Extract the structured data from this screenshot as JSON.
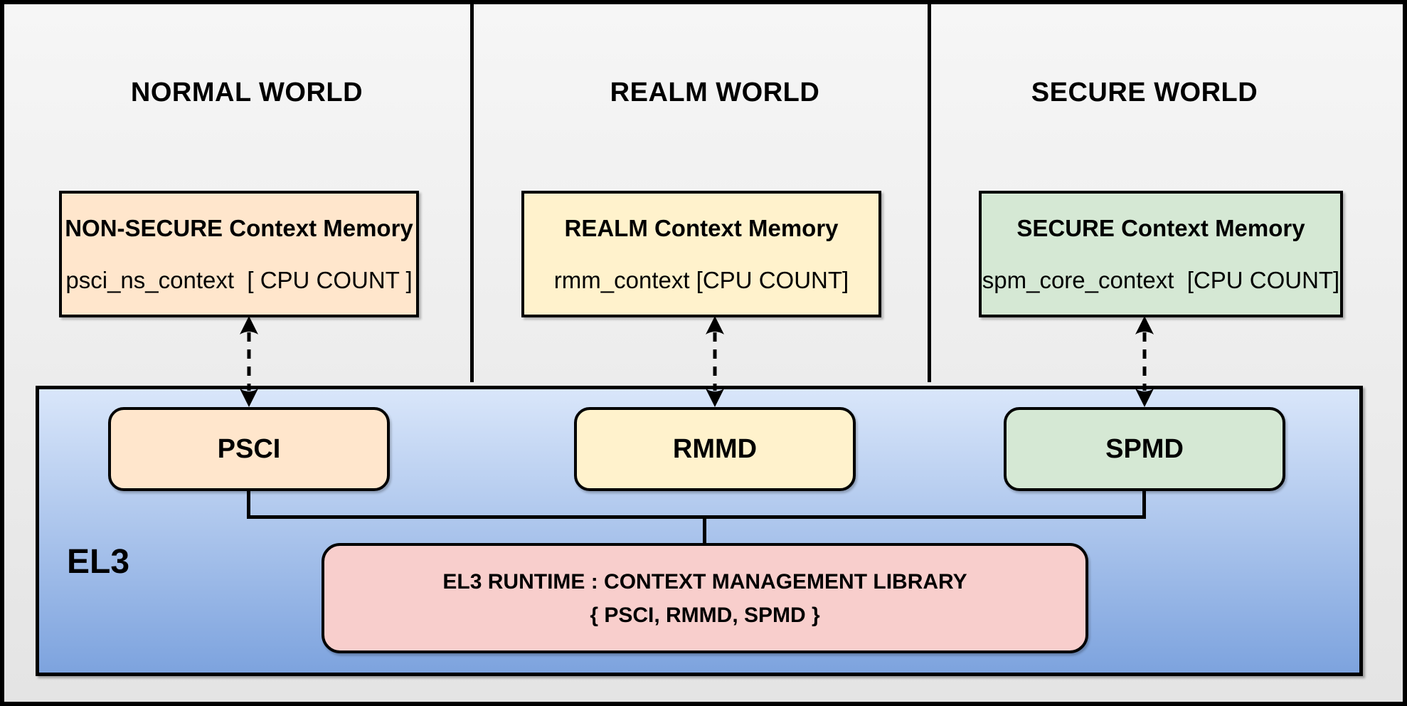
{
  "diagram": {
    "worlds": [
      {
        "title": "NORMAL WORLD",
        "memory": {
          "title": "NON-SECURE Context Memory",
          "instance": "psci_ns_context  [ CPU COUNT ]",
          "fill": "#FFE6CC"
        },
        "component": {
          "label": "PSCI",
          "fill": "#FFE6CC"
        }
      },
      {
        "title": "REALM WORLD",
        "memory": {
          "title": "REALM Context Memory",
          "instance": "rmm_context [CPU COUNT]",
          "fill": "#FFF2CC"
        },
        "component": {
          "label": "RMMD",
          "fill": "#FFF2CC"
        }
      },
      {
        "title": "SECURE WORLD",
        "memory": {
          "title": "SECURE Context Memory",
          "instance": "spm_core_context  [CPU COUNT]",
          "fill": "#D5E8D4"
        },
        "component": {
          "label": "SPMD",
          "fill": "#D5E8D4"
        }
      }
    ],
    "el3": {
      "label": "EL3",
      "runtime": {
        "title": "EL3 RUNTIME : CONTEXT MANAGEMENT LIBRARY",
        "subtitle": "{ PSCI, RMMD, SPMD }",
        "fill": "#F8CECC"
      },
      "fill_gradient_top": "#D9E6FA",
      "fill_gradient_bottom": "#7DA3DE"
    },
    "colors": {
      "line": "#000000",
      "background_top": "#F6F6F6",
      "background_bottom": "#E4E4E4"
    }
  }
}
